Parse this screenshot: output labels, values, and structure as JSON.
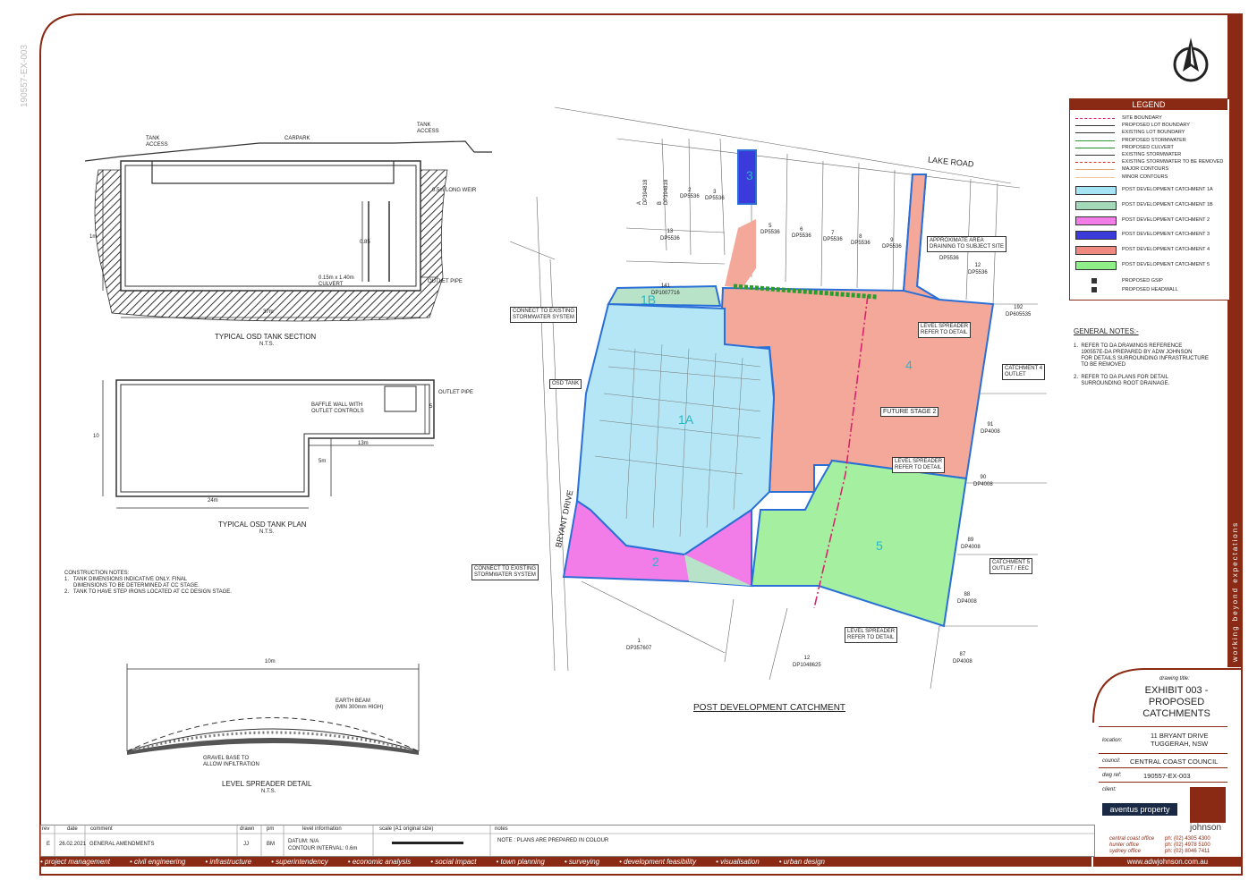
{
  "sheet": {
    "side_code": "190557-EX-003",
    "north_label": "N"
  },
  "tank_section": {
    "title": "TYPICAL OSD TANK SECTION",
    "nts": "N.T.S.",
    "labels": {
      "tank_access_left": "TANK\nACCESS",
      "tank_access_right": "TANK\nACCESS",
      "carpark": "CARPARK",
      "weir": "0.5m LONG WEIR",
      "height_1m": "1m",
      "height_085": "0.85",
      "culvert": "0.15m x 1.40m\nCULVERT",
      "outlet_pipe": "OUTLET PIPE",
      "width": "37m"
    }
  },
  "tank_plan": {
    "title": "TYPICAL OSD TANK PLAN",
    "nts": "N.T.S.",
    "labels": {
      "baffle": "BAFFLE WALL WITH\nOUTLET CONTROLS",
      "outlet_pipe": "OUTLET PIPE",
      "dim_5": "5",
      "dim_10": "10",
      "dim_13m": "13m",
      "dim_5m": "5m",
      "dim_24m": "24m"
    }
  },
  "construction_notes": {
    "title": "CONSTRUCTION NOTES:",
    "items": [
      "1.   TANK DIMENSIONS INDICATIVE ONLY. FINAL",
      "      DIMENSIONS TO BE DETERMINED AT CC STAGE.",
      "2.   TANK TO HAVE STEP IRONS LOCATED AT CC DESIGN STAGE."
    ]
  },
  "level_spreader": {
    "title": "LEVEL SPREADER DETAIL",
    "nts": "N.T.S.",
    "labels": {
      "width": "10m",
      "earth_beam": "EARTH BEAM\n(MIN 300mm HIGH)",
      "gravel": "GRAVEL BASE TO\nALLOW INFILTRATION"
    }
  },
  "plan": {
    "title": "POST DEVELOPMENT CATCHMENT",
    "road_lake": "LAKE ROAD",
    "road_bryant": "BRYANT DRIVE",
    "catchments": {
      "c1a": "1A",
      "c1b": "1B",
      "c2": "2",
      "c3": "3",
      "c4": "4",
      "c5": "5"
    },
    "future_stage": "FUTURE STAGE 2",
    "callouts": {
      "connect_top": "CONNECT TO EXISTING\nSTORMWATER SYSTEM",
      "osd_tank": "OSD TANK",
      "connect_bottom": "CONNECT TO EXISTING\nSTORMWATER SYSTEM",
      "approx_area": "APPROXIMATE AREA\nDRAINING TO SUBJECT SITE",
      "level_spreader_1": "LEVEL SPREADER\nREFER TO DETAIL",
      "level_spreader_2": "LEVEL SPREADER\nREFER TO DETAIL",
      "level_spreader_3": "LEVEL SPREADER\nREFER TO DETAIL",
      "catchment4_outlet": "CATCHMENT 4\nOUTLET",
      "catchment5_outlet": "CATCHMENT 5\nOUTLET / EEC"
    },
    "lots": [
      {
        "id": "l_a",
        "text": "A\nDP394818"
      },
      {
        "id": "l_b",
        "text": "B\nDP394818"
      },
      {
        "id": "l_2",
        "text": "2\nDP5536"
      },
      {
        "id": "l_3",
        "text": "3\nDP5536"
      },
      {
        "id": "l_13",
        "text": "13\nDP5536"
      },
      {
        "id": "l_141",
        "text": "141\nDP1007716"
      },
      {
        "id": "l_5",
        "text": "5\nDP5536"
      },
      {
        "id": "l_6",
        "text": "6\nDP5536"
      },
      {
        "id": "l_7",
        "text": "7\nDP5536"
      },
      {
        "id": "l_8",
        "text": "8\nDP5536"
      },
      {
        "id": "l_9",
        "text": "9\nDP5536"
      },
      {
        "id": "l_11",
        "text": "DP5536"
      },
      {
        "id": "l_12",
        "text": "12\nDP5536"
      },
      {
        "id": "l_192",
        "text": "192\nDP605535"
      },
      {
        "id": "l_91",
        "text": "91\nDP4008"
      },
      {
        "id": "l_90",
        "text": "90\nDP4008"
      },
      {
        "id": "l_89",
        "text": "89\nDP4008"
      },
      {
        "id": "l_88",
        "text": "88\nDP4008"
      },
      {
        "id": "l_87",
        "text": "87\nDP4008"
      },
      {
        "id": "l_1",
        "text": "1\nDP357607"
      },
      {
        "id": "l_12b",
        "text": "12\nDP1048625"
      }
    ]
  },
  "legend": {
    "title": "LEGEND",
    "items": [
      {
        "label": "SITE BOUNDARY",
        "kind": "line",
        "color": "#d6246e"
      },
      {
        "label": "PROPOSED LOT BOUNDARY",
        "kind": "line",
        "color": "#333333"
      },
      {
        "label": "EXISTING LOT BOUNDARY",
        "kind": "line",
        "color": "#333333"
      },
      {
        "label": "PROPOSED STORMWATER",
        "kind": "line",
        "color": "#2e9b2e"
      },
      {
        "label": "PROPOSED CULVERT",
        "kind": "line",
        "color": "#1f8f1f"
      },
      {
        "label": "EXISTING STORMWATER",
        "kind": "line",
        "color": "#333333"
      },
      {
        "label": "EXISTING STORMWATER TO BE REMOVED",
        "kind": "line",
        "color": "#d62b2b"
      },
      {
        "label": "MAJOR CONTOURS",
        "kind": "line",
        "color": "#e5a66e"
      },
      {
        "label": "MINOR CONTOURS",
        "kind": "line",
        "color": "#f0c9a3"
      },
      {
        "label": "POST DEVELOPMENT CATCHMENT 1A",
        "kind": "swatch",
        "color": "#a6e3f5"
      },
      {
        "label": "POST DEVELOPMENT CATCHMENT 1B",
        "kind": "swatch",
        "color": "#a3d9b8"
      },
      {
        "label": "POST DEVELOPMENT CATCHMENT 2",
        "kind": "swatch",
        "color": "#f27ce8"
      },
      {
        "label": "POST DEVELOPMENT CATCHMENT 3",
        "kind": "swatch",
        "color": "#3b3bdc"
      },
      {
        "label": "POST DEVELOPMENT CATCHMENT 4",
        "kind": "swatch",
        "color": "#f08a80"
      },
      {
        "label": "POST DEVELOPMENT CATCHMENT 5",
        "kind": "swatch",
        "color": "#8ff08a"
      },
      {
        "label": "PROPOSED GSIP",
        "kind": "symbol",
        "color": "#333333"
      },
      {
        "label": "PROPOSED HEADWALL",
        "kind": "symbol",
        "color": "#333333"
      }
    ]
  },
  "general_notes": {
    "title": "GENERAL NOTES:-",
    "items": [
      "1.  REFER TO DA DRAWINGS REFERENCE",
      "     190557E-DA PREPARED BY ADW JOHNSON",
      "     FOR DETAILS SURROUNDING INFRASTRUCTURE",
      "     TO BE REMOVED",
      "2.  REFER TO DA PLANS FOR DETAIL",
      "     SURROUNDING ROOT DRAINAGE."
    ]
  },
  "title_block": {
    "drawing_title_caption": "drawing title:",
    "drawing_title": "EXHIBIT 003 -\nPROPOSED\nCATCHMENTS",
    "location_caption": "location:",
    "location": "11 BRYANT DRIVE\nTUGGERAH, NSW",
    "council_caption": "council:",
    "council": "CENTRAL COAST COUNCIL",
    "dwg_ref_caption": "dwg ref:",
    "dwg_ref": "190557-EX-003",
    "client_caption": "client:",
    "client_logo": "aventus property",
    "company": "johnson",
    "offices": [
      {
        "name": "central coast office",
        "phone": "ph: (02) 4305 4300"
      },
      {
        "name": "hunter office",
        "phone": "ph: (02) 4978 5100"
      },
      {
        "name": "sydney office",
        "phone": "ph: (02) 8046 7411"
      }
    ],
    "website": "www.adwjohnson.com.au",
    "tagline": "working beyond expectations"
  },
  "revision_table": {
    "headers": [
      "rev",
      "date",
      "comment",
      "drawn",
      "pm",
      "level information",
      "scale (A1 original size)",
      "notes"
    ],
    "rows": [
      {
        "rev": "E",
        "date": "26.02.2021",
        "comment": "GENERAL AMENDMENTS",
        "drawn": "JJ",
        "pm": "BM"
      }
    ],
    "datum": "DATUM: N/A",
    "contour": "CONTOUR INTERVAL: 0.6m",
    "note": "NOTE : PLANS ARE PREPARED IN COLOUR"
  },
  "services_strip": [
    "project management",
    "civil engineering",
    "infrastructure",
    "superintendency",
    "economic analysis",
    "social impact",
    "town planning",
    "surveying",
    "development feasibility",
    "visualisation",
    "urban design"
  ]
}
